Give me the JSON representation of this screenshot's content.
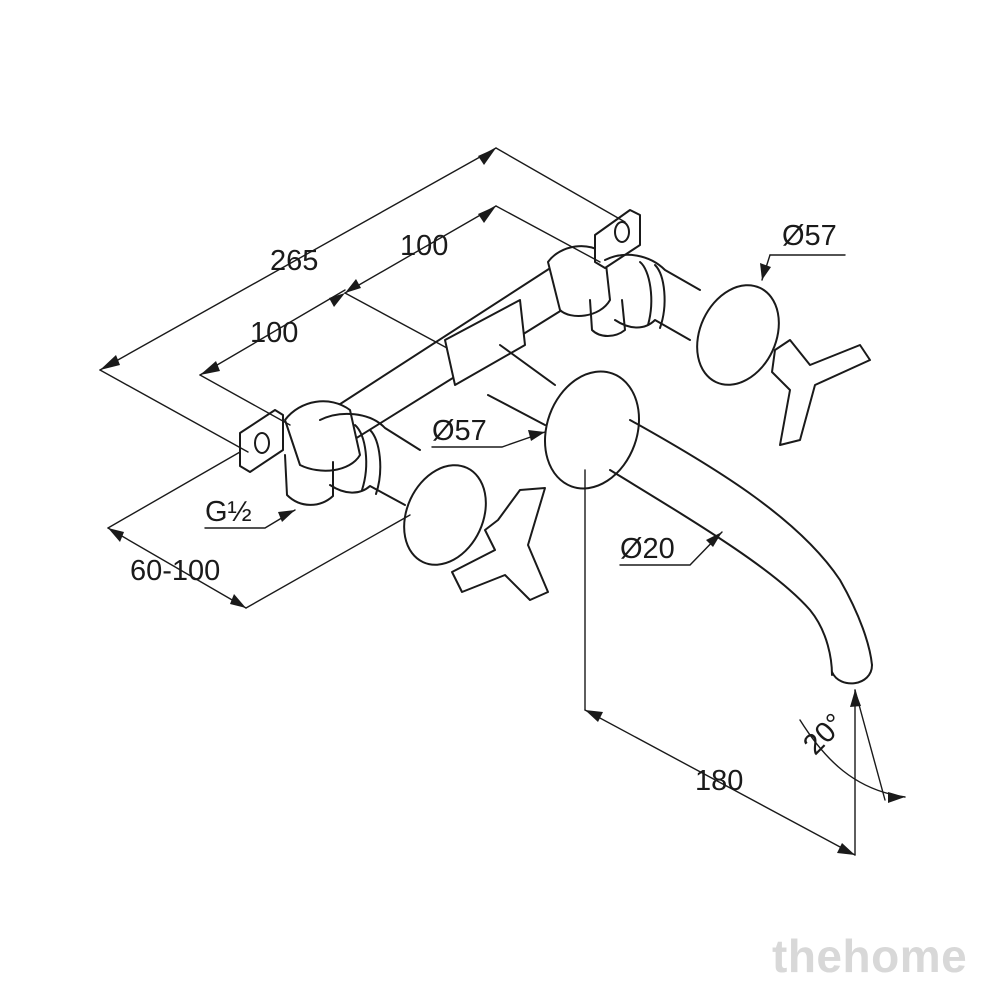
{
  "dimensions": {
    "overall_width": "265",
    "spacing_upper": "100",
    "spacing_lower": "100",
    "handle_diameter_right": "Ø57",
    "spout_rosette_diameter": "Ø57",
    "spout_diameter": "Ø20",
    "connection_thread": "G½",
    "wall_depth_range": "60-100",
    "spout_projection": "180",
    "spout_angle": "20°"
  },
  "watermark": "thehome",
  "colors": {
    "line": "#1a1a1a",
    "background": "#ffffff",
    "watermark": "#d8d8d8"
  }
}
